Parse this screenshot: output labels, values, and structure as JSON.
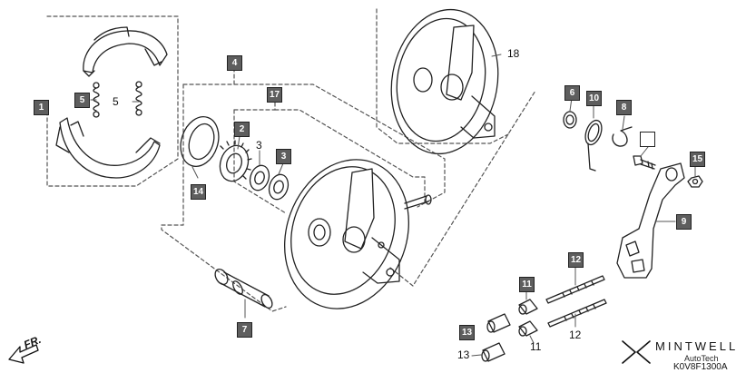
{
  "parts": [
    {
      "id": "shoe",
      "ref": "1"
    },
    {
      "id": "spring-a",
      "ref": "5"
    },
    {
      "id": "spring-b",
      "ref": "5"
    },
    {
      "id": "panel-assy",
      "ref": "4"
    },
    {
      "id": "set",
      "ref": "17"
    },
    {
      "id": "gear",
      "ref": "2"
    },
    {
      "id": "washer-3",
      "ref": "3"
    },
    {
      "id": "washer-3b",
      "ref": "3"
    },
    {
      "id": "seal",
      "ref": "14"
    },
    {
      "id": "cam",
      "ref": "7"
    },
    {
      "id": "panel",
      "ref": "18"
    },
    {
      "id": "ring",
      "ref": "6"
    },
    {
      "id": "return-spring",
      "ref": "10"
    },
    {
      "id": "clip",
      "ref": "8"
    },
    {
      "id": "bolt",
      "ref": ""
    },
    {
      "id": "nut",
      "ref": "15"
    },
    {
      "id": "arm",
      "ref": "9"
    },
    {
      "id": "rod-top",
      "ref": "12"
    },
    {
      "id": "rod-bottom",
      "ref": "12"
    },
    {
      "id": "pin-top",
      "ref": "11"
    },
    {
      "id": "pin-bottom",
      "ref": "11"
    },
    {
      "id": "joint-top",
      "ref": "13"
    },
    {
      "id": "joint-bottom",
      "ref": "13"
    }
  ],
  "direction_label": "FR.",
  "brand": {
    "name": "MINTWELL",
    "sub": "AutoTech"
  },
  "diagram_code": "K0V8F1300A"
}
